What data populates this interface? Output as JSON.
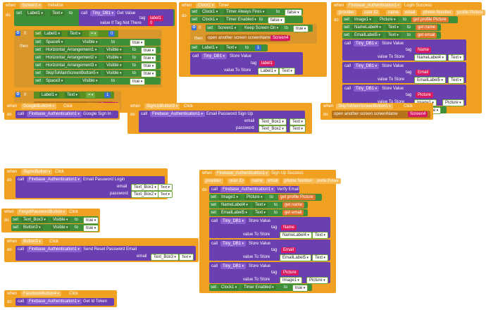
{
  "screen1": {
    "when": "when",
    "component": "Screen1",
    "event": "Initialize",
    "do": "do"
  },
  "clock": {
    "when": "when",
    "component": "Clock1",
    "event": "Timer",
    "do": "do"
  },
  "auth_login": {
    "when": "when",
    "component": "Firebase_Authentication1",
    "event": "Login Success",
    "params": [
      "provider",
      "user ID",
      "name",
      "email",
      "phone Number",
      "profile Picture"
    ],
    "do": "do"
  },
  "google": {
    "when": "when",
    "component": "GoogleButton4",
    "event": "Click",
    "do": "do",
    "call": "call",
    "target": "Firebase_Authentication1",
    "method": "Google Sign In"
  },
  "signup3": {
    "when": "when",
    "component": "SignUpButton3",
    "event": "Click",
    "do": "do",
    "call": "call",
    "target": "Firebase_Authentication1",
    "method": "Email Password Sign Up",
    "email": "email",
    "password": "password",
    "email_val": "Text_Box1",
    "password_val": "Text_Box2",
    "text": "Text"
  },
  "skip5": {
    "when": "when",
    "component": "SkipToMainScreenButton5",
    "event": "Click",
    "do": "do",
    "action": "open another screen  screenName",
    "screen": "Screen4"
  },
  "signin": {
    "when": "when",
    "component": "SignInButton",
    "event": "Click",
    "do": "do",
    "call": "call",
    "target": "Firebase_Authentication1",
    "method": "Email Password Login",
    "email": "email",
    "password": "password",
    "email_val": "Text_Box1",
    "password_val": "Text_Box2",
    "text": "Text"
  },
  "forgot": {
    "when": "when",
    "component": "ForgotPasswordButton",
    "event": "Click",
    "do": "do",
    "set": "set",
    "rows": [
      {
        "comp": "Text_Box3",
        "prop": "Visible",
        "to": "to",
        "val": "true"
      },
      {
        "comp": "Button3",
        "prop": "Visible",
        "to": "to",
        "val": "true"
      }
    ]
  },
  "button3": {
    "when": "when",
    "component": "Button3",
    "event": "Click",
    "do": "do",
    "call": "call",
    "target": "Firebase_Authentication1",
    "method": "Send Reset Password Email",
    "email": "email",
    "email_val": "Text_Box3",
    "text": "Text"
  },
  "facebook": {
    "when": "when",
    "component": "FacebookButton4",
    "event": "Click",
    "do": "do",
    "call": "call",
    "target": "Firebase_Authentication1",
    "method": "Get Id Token"
  },
  "auth_signup": {
    "when": "when",
    "component": "Firebase_Authentication1",
    "event": "Sign Up Success",
    "params": [
      "provider",
      "user ID",
      "name",
      "email",
      "phone Number",
      "profile Picture"
    ],
    "do": "do",
    "verify": "Verify Email"
  },
  "common": {
    "set": "set",
    "to": "to",
    "call": "call",
    "get": "get",
    "if": "if",
    "then": "then",
    "true": "true",
    "false": "false",
    "store": "Store Value",
    "tag": "tag",
    "value_to_store": "value To Store",
    "visible": "Visible",
    "text": "Text",
    "picture": "Picture",
    "timer_enabled": "Timer Enabled",
    "tinydb": "Tiny_DB1",
    "open_screen": "open another screen  screenName",
    "screen4": "Screen4",
    "eq": "=",
    "one": "1",
    "zero": "0"
  },
  "s1": {
    "label1": "Label1",
    "getvalue": "Get Value",
    "label1_tag": "label1",
    "vitnt": "value If Tag Not There",
    "space6": "Space6",
    "harr1": "Horizontal_Arrangement1",
    "harr2": "Horizontal_Arrangement2",
    "harr3": "Horizontal_Arrangement3",
    "skip5": "SkipToMainScreenButton5",
    "space3": "Space3"
  },
  "ck": {
    "clock1": "Clock1",
    "always": "Timer Always Fires",
    "enabled": "Timer Enabled",
    "screen1": "Screen1",
    "keep": "Keep Screen On",
    "label1": "Label1"
  },
  "login": {
    "image1": "Image1",
    "namelabel4": "NameLabel4",
    "emaillabel5": "EmailLabel5",
    "profile": "profile Picture",
    "name": "name",
    "email": "email",
    "tag_name": "Name",
    "tag_email": "Email",
    "tag_picture": "Picture",
    "clock1": "Clock1"
  }
}
